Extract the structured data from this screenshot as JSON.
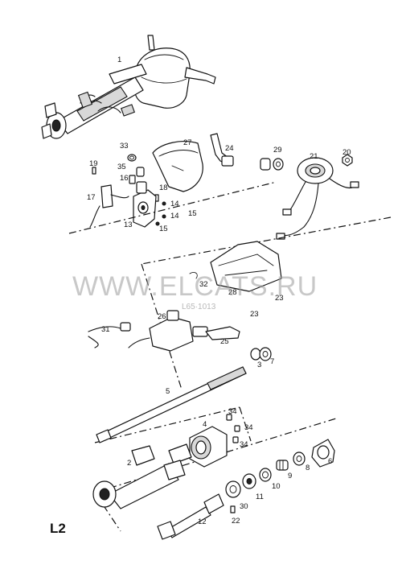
{
  "diagram": {
    "page_code": "L2",
    "watermark": "WWW.ELCATS.RU",
    "watermark_small": "L65·1013",
    "callouts": [
      {
        "id": "c1",
        "text": "1"
      },
      {
        "id": "c2",
        "text": "2"
      },
      {
        "id": "c3",
        "text": "3"
      },
      {
        "id": "c4",
        "text": "4"
      },
      {
        "id": "c5",
        "text": "5"
      },
      {
        "id": "c6",
        "text": "6"
      },
      {
        "id": "c7",
        "text": "7"
      },
      {
        "id": "c8",
        "text": "8"
      },
      {
        "id": "c9",
        "text": "9"
      },
      {
        "id": "c10",
        "text": "10"
      },
      {
        "id": "c11",
        "text": "11"
      },
      {
        "id": "c12",
        "text": "12"
      },
      {
        "id": "c13",
        "text": "13"
      },
      {
        "id": "c14a",
        "text": "14"
      },
      {
        "id": "c14b",
        "text": "14"
      },
      {
        "id": "c15a",
        "text": "15"
      },
      {
        "id": "c15b",
        "text": "15"
      },
      {
        "id": "c16",
        "text": "16"
      },
      {
        "id": "c17",
        "text": "17"
      },
      {
        "id": "c18",
        "text": "18"
      },
      {
        "id": "c19",
        "text": "19"
      },
      {
        "id": "c20",
        "text": "20"
      },
      {
        "id": "c21",
        "text": "21"
      },
      {
        "id": "c22",
        "text": "22"
      },
      {
        "id": "c23a",
        "text": "23"
      },
      {
        "id": "c23b",
        "text": "23"
      },
      {
        "id": "c24",
        "text": "24"
      },
      {
        "id": "c25",
        "text": "25"
      },
      {
        "id": "c26",
        "text": "26"
      },
      {
        "id": "c27",
        "text": "27"
      },
      {
        "id": "c28",
        "text": "28"
      },
      {
        "id": "c29",
        "text": "29"
      },
      {
        "id": "c30",
        "text": "30"
      },
      {
        "id": "c31",
        "text": "31"
      },
      {
        "id": "c32",
        "text": "32"
      },
      {
        "id": "c33",
        "text": "33"
      },
      {
        "id": "c34a",
        "text": "34"
      },
      {
        "id": "c34b",
        "text": "34"
      },
      {
        "id": "c34c",
        "text": "34"
      },
      {
        "id": "c35",
        "text": "35"
      }
    ]
  }
}
